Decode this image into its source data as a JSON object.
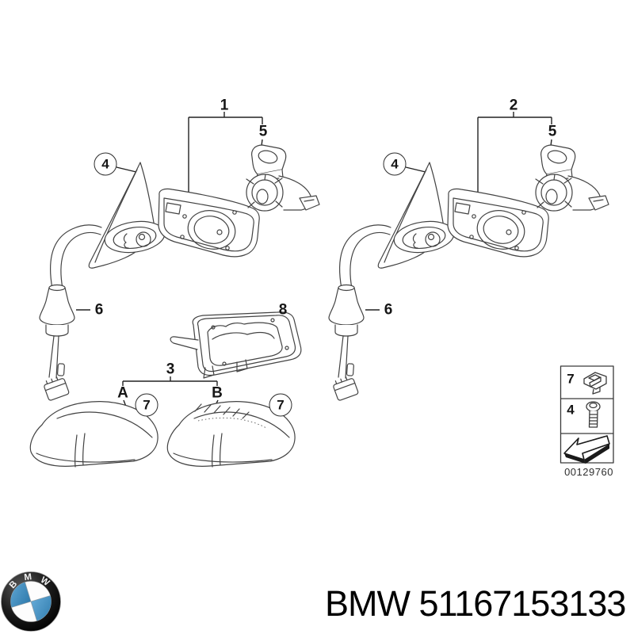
{
  "callouts": {
    "n1": "1",
    "n2": "2",
    "n3": "3",
    "n4": "4",
    "n5": "5",
    "n6": "6",
    "n7": "7",
    "n8": "8",
    "variant_a": "A",
    "variant_b": "B"
  },
  "legend": {
    "clip_ref": "7",
    "screw_ref": "4",
    "image_number": "00129760"
  },
  "logo": {
    "letters": [
      "B",
      "M",
      "W"
    ]
  },
  "footer": {
    "part_label": "BMW 51167153133"
  },
  "colors": {
    "background": "#ffffff",
    "line": "#3d3d3d",
    "label": "#161616",
    "logo_blue": "#4695c8",
    "logo_ring": "#1a1a1a"
  }
}
